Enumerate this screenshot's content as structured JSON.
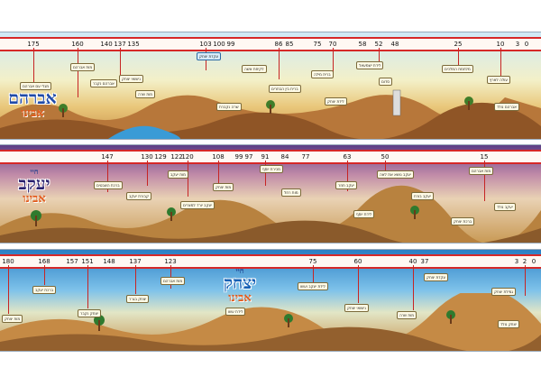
{
  "colors": {
    "ruler_line": "#d62828",
    "ruler_bg": "#fff8f3",
    "bubble_bg": "#fffbe6",
    "title_blue": "#1f4aa8",
    "title_orange": "#e35a1c"
  },
  "panels": [
    {
      "title": {
        "prefix": "חיי",
        "name": "אברהם",
        "suffix": "אבינו"
      },
      "ticks": [
        "175",
        "160",
        "140",
        "137",
        "135",
        "103",
        "100",
        "99",
        "86",
        "85",
        "75",
        "70",
        "58",
        "52",
        "48",
        "25",
        "10",
        "3",
        "0"
      ],
      "events": [
        "אברהם נולד",
        "עולה לארץ",
        "לידת יצחק",
        "ברית בין הבתרים",
        "ברית מילה",
        "לידת ישמעאל",
        "מלחמת המלכים",
        "עקדת יצחק",
        "מות שרה",
        "נישואי יצחק",
        "מות אברהם",
        "לקיחת אשה",
        "אברהם נקבר",
        "מגלי עם אברהם",
        "שרה נקברת",
        "סדום"
      ]
    },
    {
      "title": {
        "prefix": "חיי",
        "name": "יעקב",
        "suffix": "אבינו"
      },
      "ticks": [
        "147",
        "130",
        "129",
        "122",
        "120",
        "108",
        "99",
        "97",
        "91",
        "84",
        "77",
        "63",
        "50",
        "15"
      ],
      "events": [
        "יעקב נולד",
        "מות אברהם",
        "ברכת יצחק",
        "יעקב בורח",
        "יעקב נושא את לאה",
        "לידת יוסף",
        "יעקב חוזר",
        "מות רחל",
        "מכירת יוסף",
        "מות יצחק",
        "יעקב יורד למצרים",
        "מות יעקב",
        "קבורת יעקב",
        "ברכת השבטים"
      ]
    },
    {
      "title": {
        "prefix": "חיי",
        "name": "יצחק",
        "suffix": "אבינו"
      },
      "ticks": [
        "180",
        "168",
        "157",
        "151",
        "148",
        "137",
        "123",
        "75",
        "60",
        "40",
        "37",
        "3",
        "2",
        "0"
      ],
      "events": [
        "יצחק נולד",
        "עקדת יצחק",
        "מות שרה",
        "נישואי יצחק",
        "לידת יעקב ועשו",
        "מות אברהם",
        "יצחק בגרר",
        "ברכת יעקב",
        "מות יצחק",
        "יצחק נקבר",
        "גמילת יצחק",
        "לידת עשו"
      ]
    }
  ]
}
